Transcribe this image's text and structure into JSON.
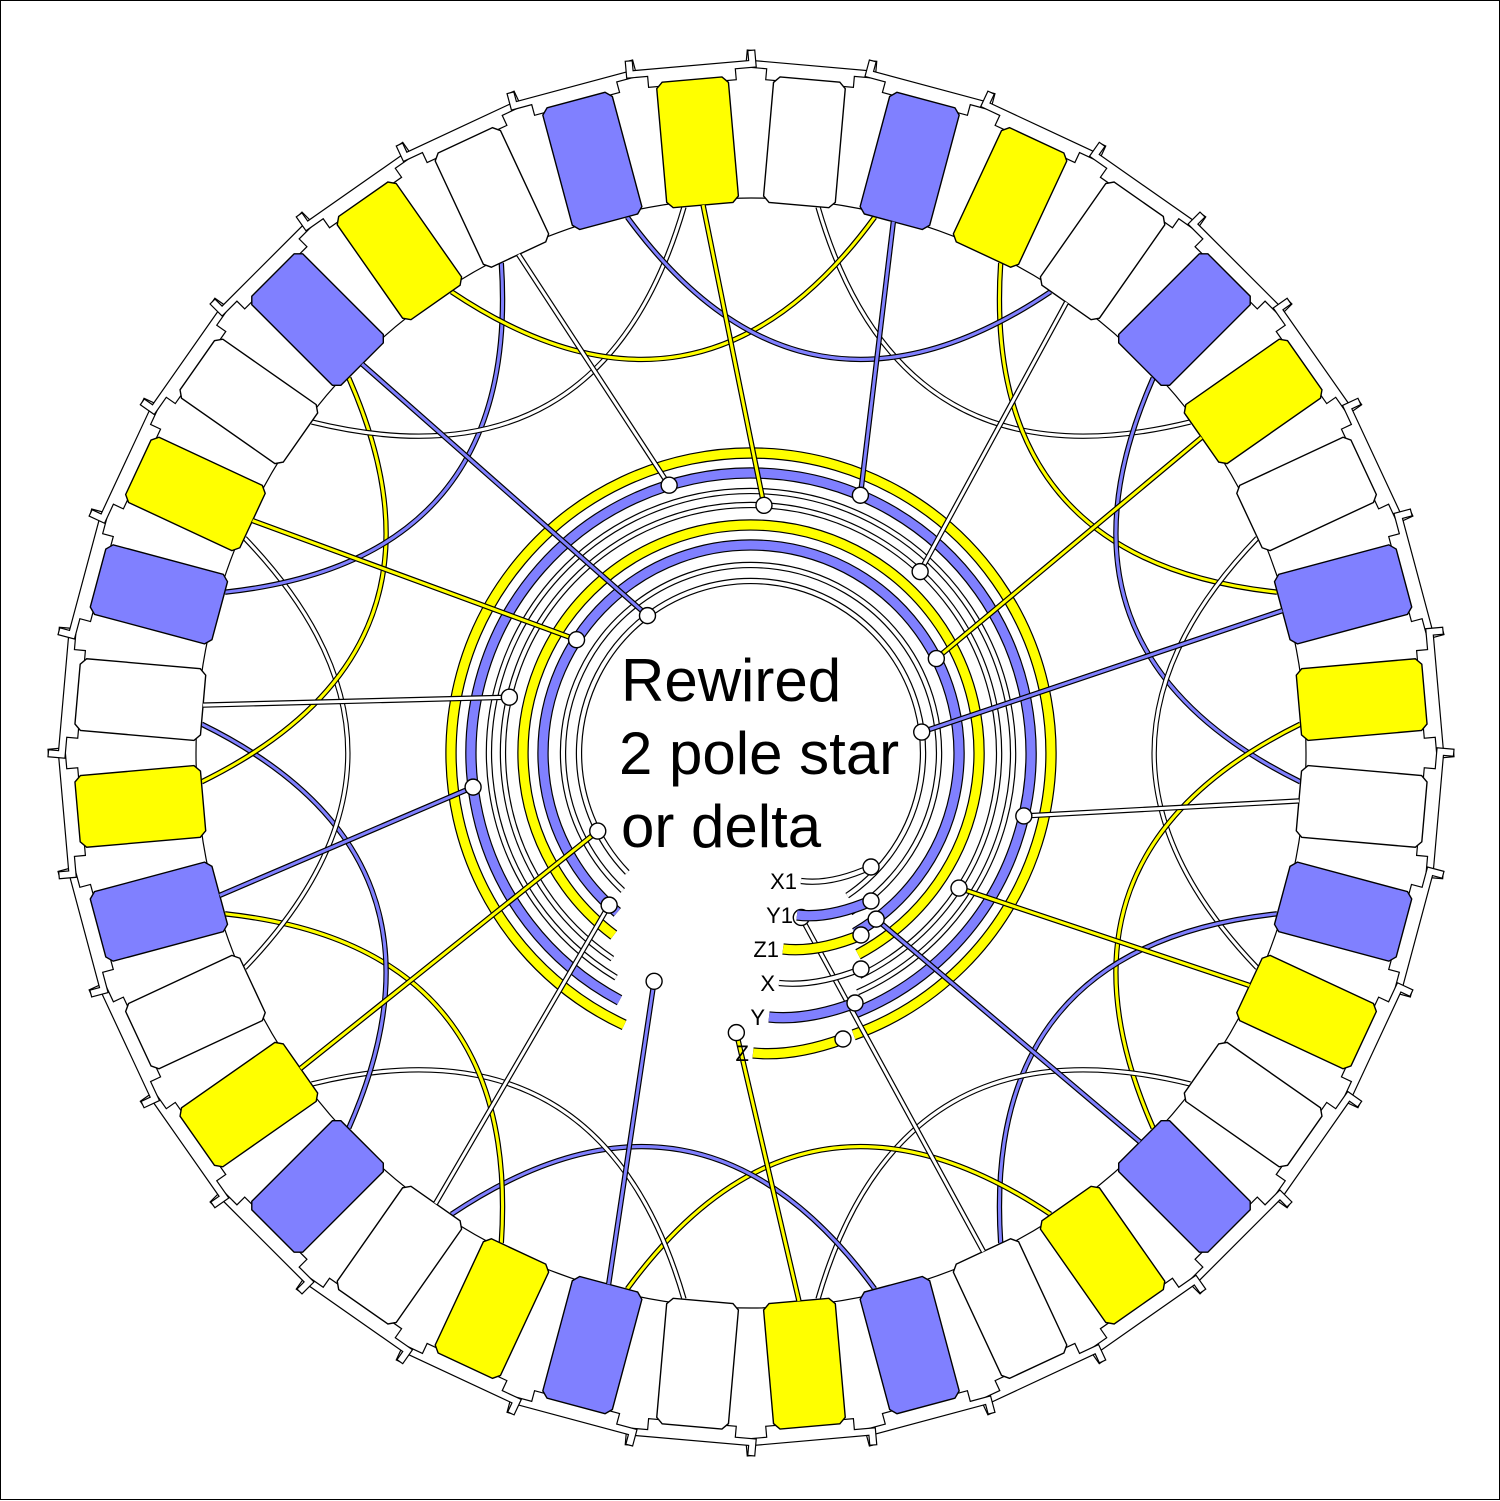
{
  "title": {
    "line1": "Rewired",
    "line2": "2 pole star",
    "line3": "or delta"
  },
  "terminals": [
    "X1",
    "Y1",
    "Z1",
    "X",
    "Y",
    "Z"
  ],
  "colors": {
    "phase_x": "#ffffff",
    "phase_y": "#8080ff",
    "phase_z": "#ffff00",
    "outline": "#000000"
  },
  "slot_count": 36,
  "slot_phase_cycle": [
    "phase_x",
    "phase_y",
    "phase_z"
  ],
  "ring_phases": [
    "phase_z",
    "phase_y",
    "phase_x",
    "phase_x",
    "phase_z",
    "phase_y",
    "phase_x",
    "phase_x"
  ]
}
